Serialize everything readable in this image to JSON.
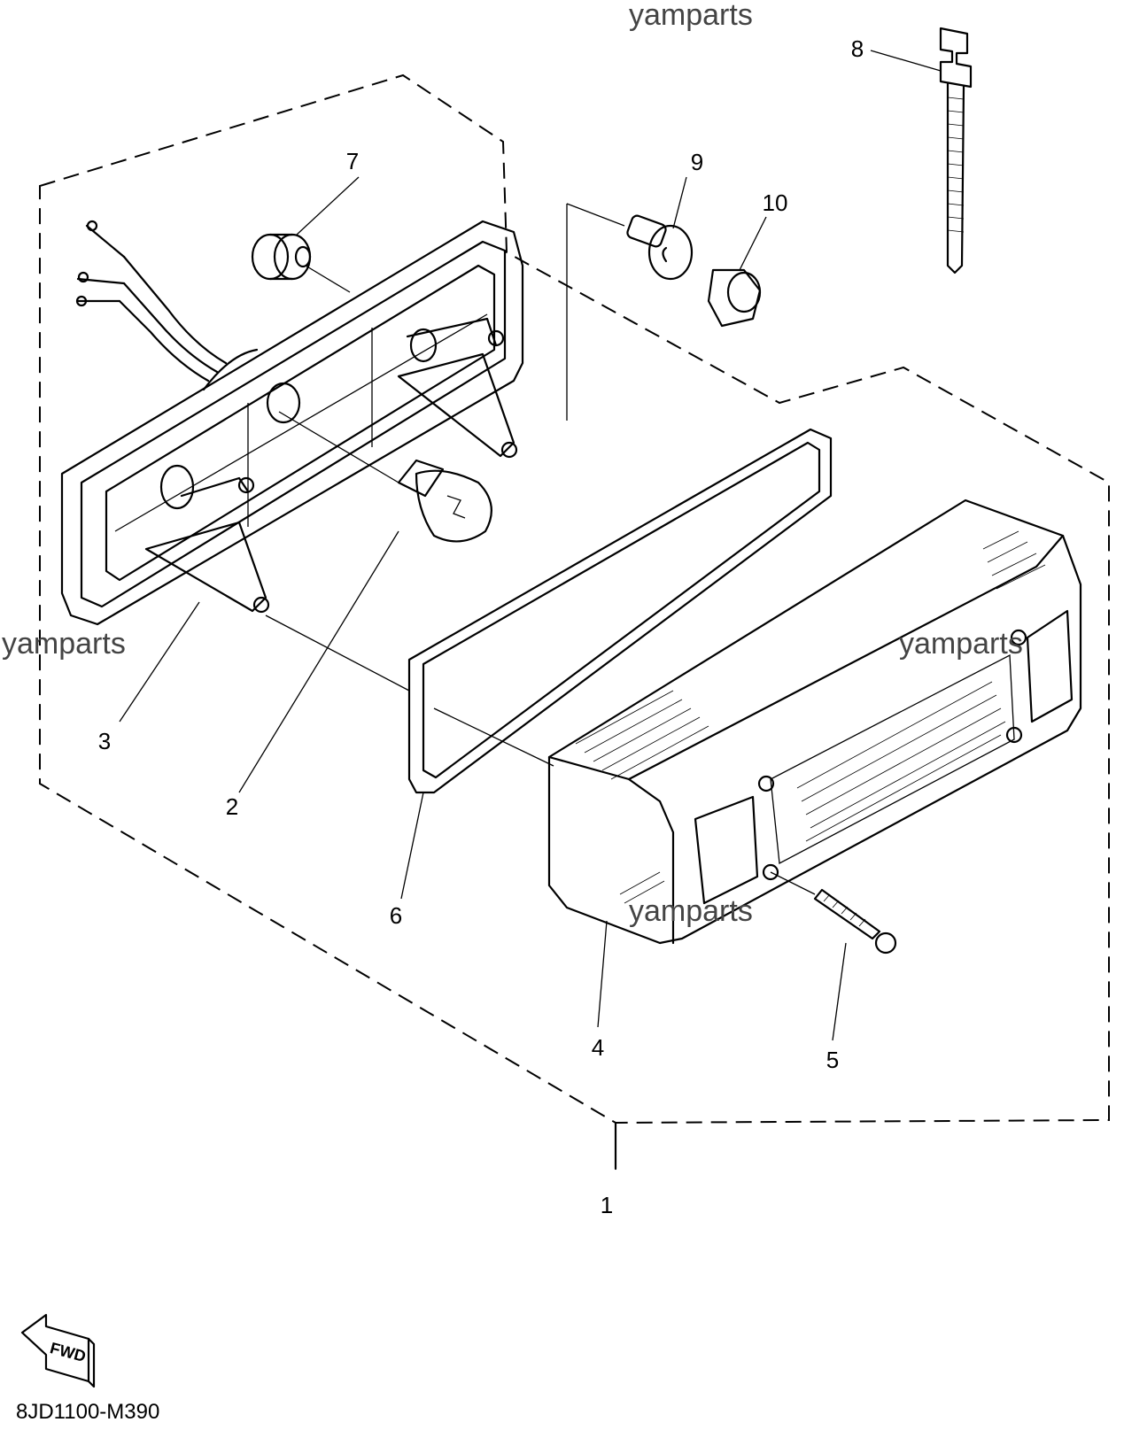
{
  "diagram": {
    "drawing_code": "8JD1100-M390",
    "fwd_label": "FWD",
    "watermarks": [
      "yamparts",
      "yamparts",
      "yamparts",
      "yamparts"
    ],
    "callouts": [
      "1",
      "2",
      "3",
      "4",
      "5",
      "6",
      "7",
      "8",
      "9",
      "10"
    ]
  }
}
